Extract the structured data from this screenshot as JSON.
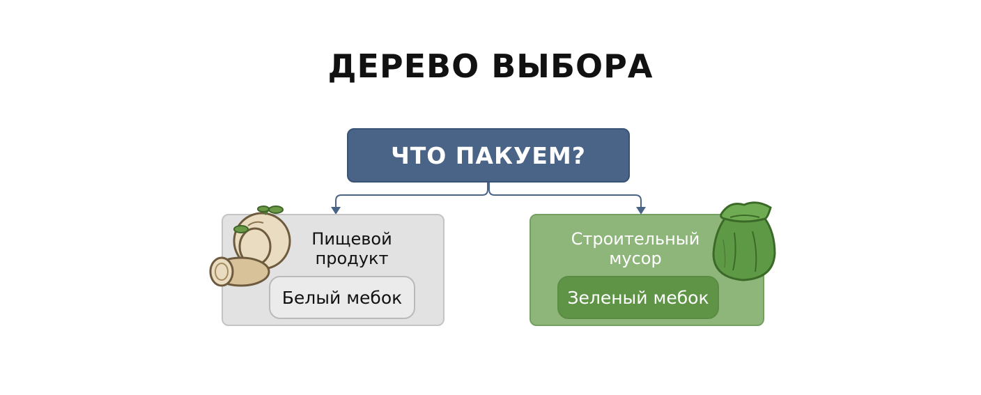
{
  "title": "ДЕРЕВО ВЫБОРА",
  "root": {
    "label": "ЧТО ПАКУЕМ?"
  },
  "branches": [
    {
      "label_line1": "Пищевой",
      "label_line2": "продукт",
      "result": "Белый мебок",
      "icon": "food-illustration-icon"
    },
    {
      "label_line1": "Строительный",
      "label_line2": "мусор",
      "result": "Зеленый мебок",
      "icon": "garbage-bag-icon"
    }
  ],
  "colors": {
    "root_fill": "#4a6487",
    "connector": "#4a6487",
    "left_branch_fill": "#e2e2e2",
    "right_branch_fill": "#8fb67a",
    "right_pill_fill": "#5f9447"
  }
}
